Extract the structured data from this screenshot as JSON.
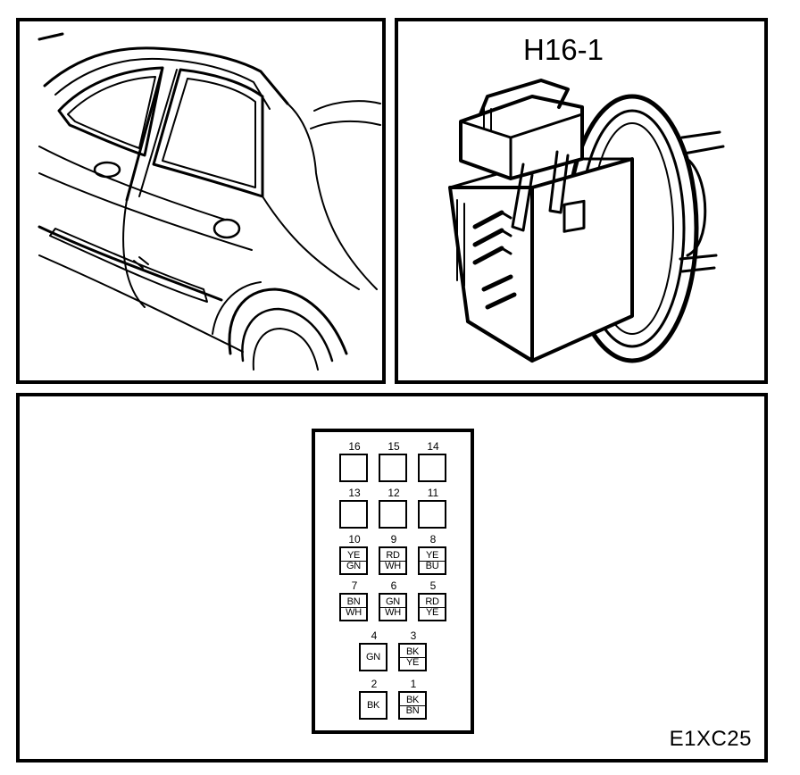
{
  "connector": {
    "title": "H16-1",
    "figure_code": "E1XC25"
  },
  "pins": [
    {
      "num": "16",
      "wires": []
    },
    {
      "num": "15",
      "wires": []
    },
    {
      "num": "14",
      "wires": []
    },
    {
      "num": "13",
      "wires": []
    },
    {
      "num": "12",
      "wires": []
    },
    {
      "num": "11",
      "wires": []
    },
    {
      "num": "10",
      "wires": [
        "YE",
        "GN"
      ]
    },
    {
      "num": "9",
      "wires": [
        "RD",
        "WH"
      ]
    },
    {
      "num": "8",
      "wires": [
        "YE",
        "BU"
      ]
    },
    {
      "num": "7",
      "wires": [
        "BN",
        "WH"
      ]
    },
    {
      "num": "6",
      "wires": [
        "GN",
        "WH"
      ]
    },
    {
      "num": "5",
      "wires": [
        "RD",
        "YE"
      ]
    },
    {
      "num": "4",
      "wires": [
        "GN"
      ]
    },
    {
      "num": "3",
      "wires": [
        "BK",
        "YE"
      ]
    },
    {
      "num": "2",
      "wires": [
        "BK"
      ]
    },
    {
      "num": "1",
      "wires": [
        "BK",
        "BN"
      ]
    }
  ]
}
